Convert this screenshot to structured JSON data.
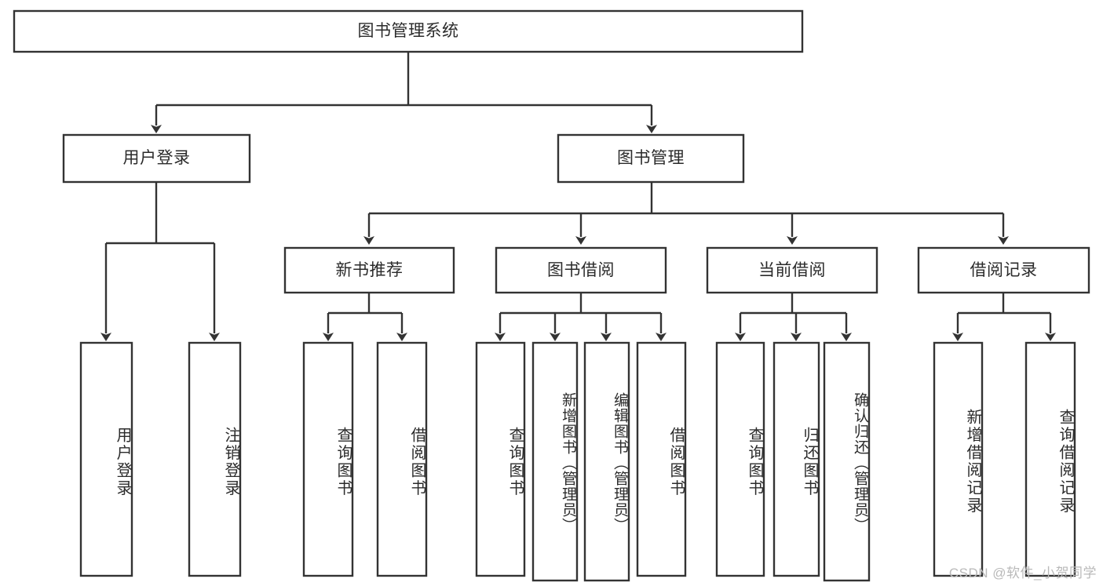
{
  "diagram": {
    "title": "图书管理系统",
    "type": "tree-hierarchy-chart",
    "colors": {
      "box_stroke": "#333333",
      "box_fill": "#ffffff",
      "text": "#2b2b2b",
      "background": "#ffffff",
      "watermark": "#b9b9b9"
    },
    "root": {
      "id": "root",
      "label": "图书管理系统"
    },
    "level2": [
      {
        "id": "user-login",
        "label": "用户登录"
      },
      {
        "id": "book-manage",
        "label": "图书管理"
      }
    ],
    "level3": [
      {
        "id": "new-book-recommend",
        "label": "新书推荐"
      },
      {
        "id": "book-borrow",
        "label": "图书借阅"
      },
      {
        "id": "current-borrow",
        "label": "当前借阅"
      },
      {
        "id": "borrow-record",
        "label": "借阅记录"
      }
    ],
    "leaves": {
      "user_login": [
        {
          "id": "leaf-user-login",
          "label": "用户登录"
        },
        {
          "id": "leaf-logout-login",
          "label": "注销登录"
        }
      ],
      "new_book_recommend": [
        {
          "id": "leaf-query-book-1",
          "label": "查询图书"
        },
        {
          "id": "leaf-borrow-book-1",
          "label": "借阅图书"
        }
      ],
      "book_borrow": [
        {
          "id": "leaf-query-book-2",
          "label": "查询图书"
        },
        {
          "id": "leaf-add-book",
          "label": "新增图书（管理员）"
        },
        {
          "id": "leaf-edit-book",
          "label": "编辑图书（管理员）"
        },
        {
          "id": "leaf-borrow-book-2",
          "label": "借阅图书"
        }
      ],
      "current_borrow": [
        {
          "id": "leaf-query-book-3",
          "label": "查询图书"
        },
        {
          "id": "leaf-return-book",
          "label": "归还图书"
        },
        {
          "id": "leaf-confirm-return",
          "label": "确认归还（管理员）"
        }
      ],
      "borrow_record": [
        {
          "id": "leaf-add-record",
          "label": "新增借阅记录"
        },
        {
          "id": "leaf-query-record",
          "label": "查询借阅记录"
        }
      ]
    }
  },
  "watermark": {
    "text": "CSDN @软件_小贺同学"
  }
}
